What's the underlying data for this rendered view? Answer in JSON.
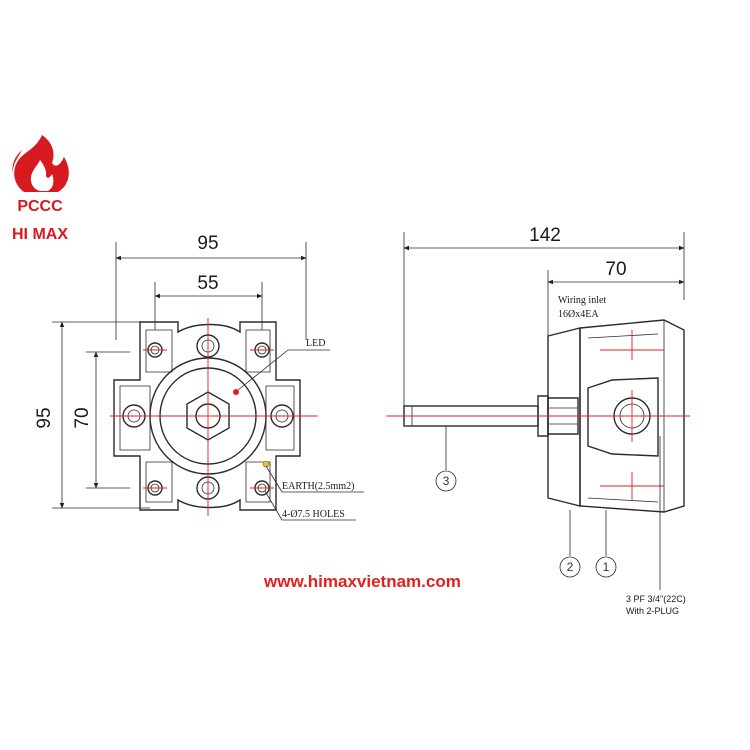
{
  "logo": {
    "icon": "flame-icon",
    "line1": "PCCC",
    "line2": "HI MAX",
    "color": "#d71920"
  },
  "front_view": {
    "dim_width_outer": "95",
    "dim_width_inner": "55",
    "dim_height_outer": "95",
    "dim_height_inner": "70",
    "label_led": "LED",
    "label_earth": "EARTH(2.5mm2)",
    "label_holes": "4-Ø7.5 HOLES"
  },
  "side_view": {
    "dim_length_total": "142",
    "dim_length_body": "70",
    "label_wiring_inlet": "Wiring inlet",
    "label_wiring_spec": "16Øx4EA",
    "callout_1": "1",
    "callout_2": "2",
    "callout_3": "3",
    "label_conduit": "3 PF 3/4\"(22C)",
    "label_plug": "With 2-PLUG"
  },
  "website": "www.himaxvietnam.com",
  "colors": {
    "brand_red": "#d71920",
    "centerline_red": "#e02020",
    "outline": "#2b2b2b"
  }
}
